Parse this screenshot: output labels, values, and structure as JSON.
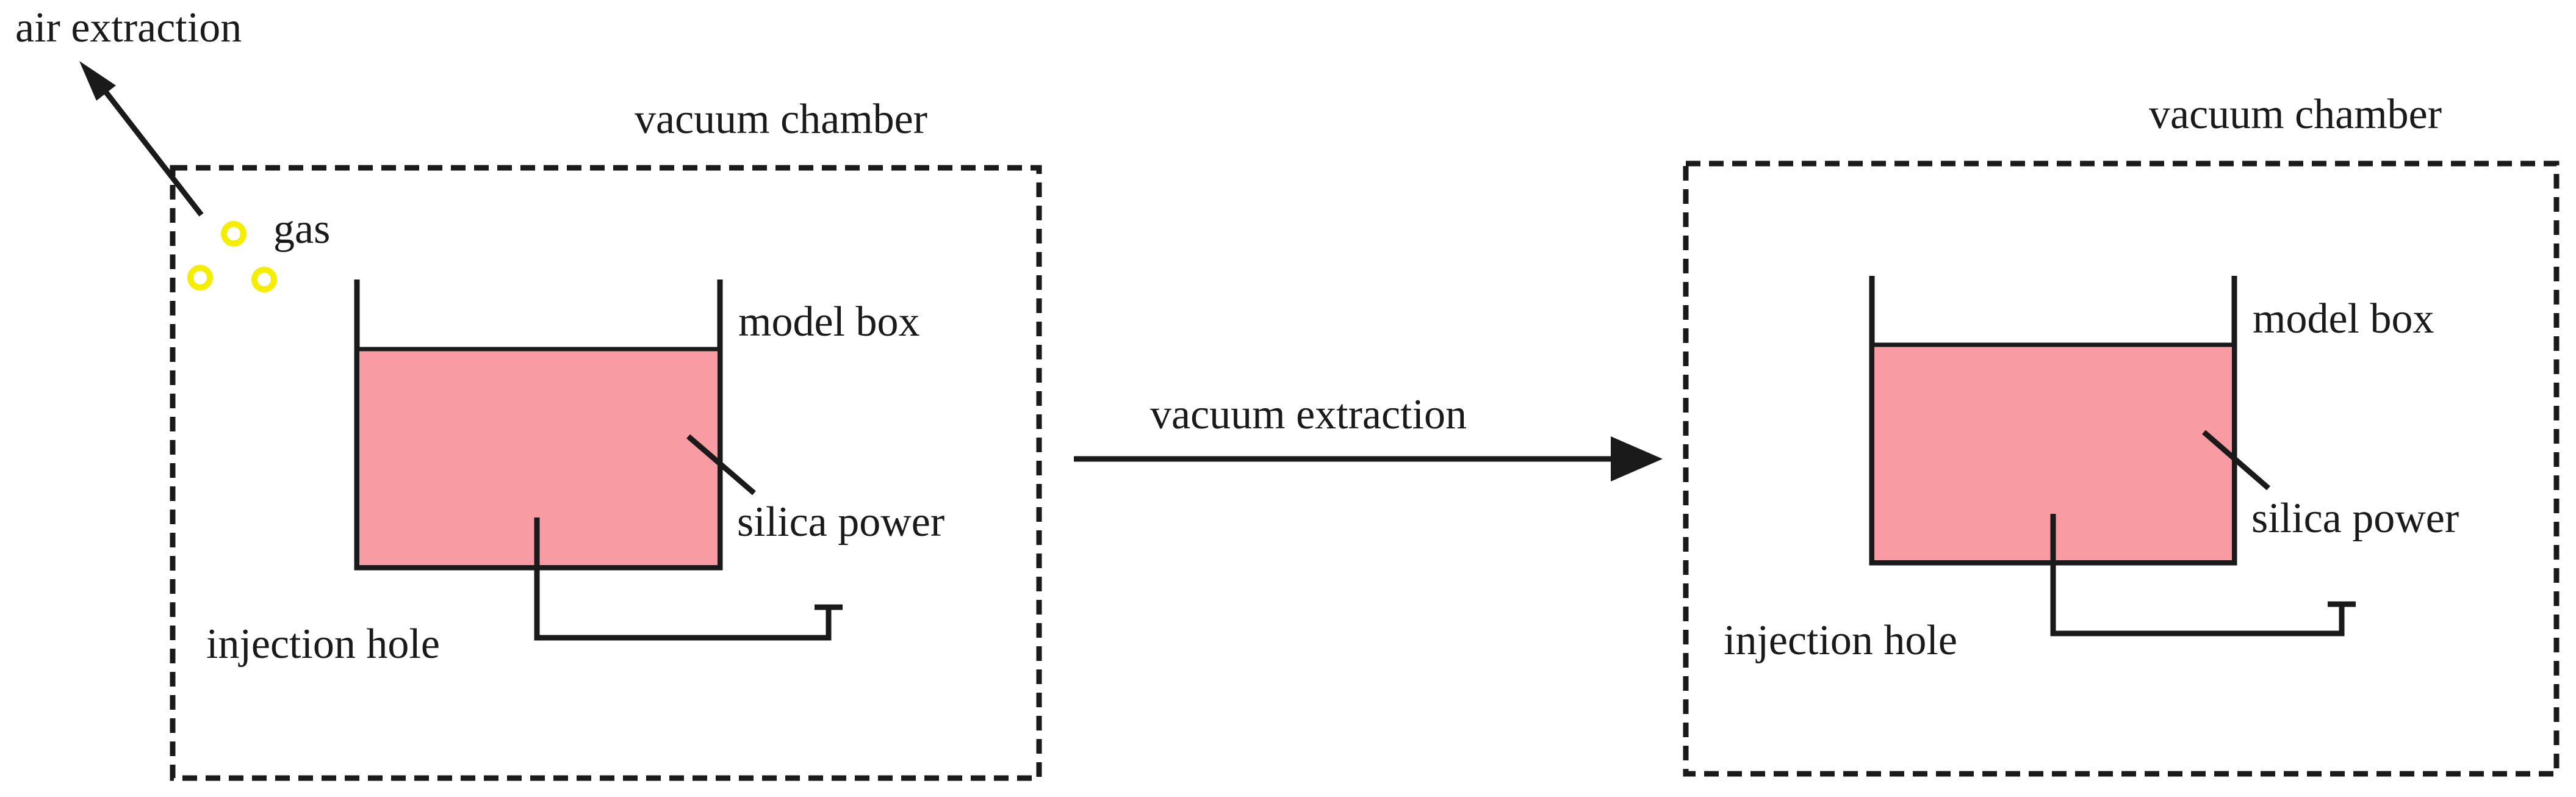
{
  "labels": {
    "air_extraction": "air extraction",
    "gas": "gas",
    "vacuum_extraction": "vacuum extraction"
  },
  "panels": [
    {
      "chamber_label": "vacuum chamber",
      "model_box_label": "model box",
      "silica_label": "silica power",
      "injection_label": "injection hole"
    },
    {
      "chamber_label": "vacuum chamber",
      "model_box_label": "model box",
      "silica_label": "silica power",
      "injection_label": "injection hole"
    }
  ],
  "colors": {
    "silica_fill": "#f99ba3",
    "gas_bubble": "#f5ee00",
    "line": "#1a1a1a"
  }
}
